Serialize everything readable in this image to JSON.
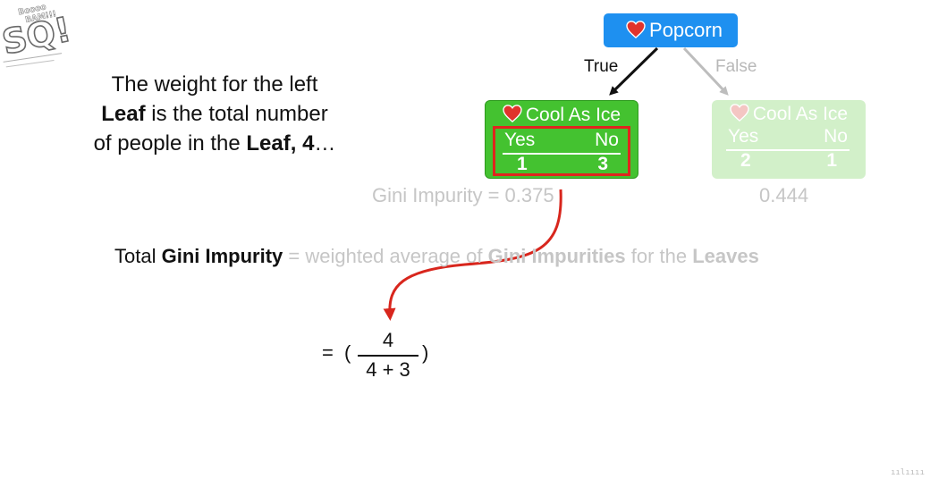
{
  "logo": {
    "brand_text": "Boooo BAM!!! SQ!"
  },
  "caption": {
    "line1": "The weight for the left",
    "line2_bold": "Leaf",
    "line2_rest": " is the total number",
    "line3_start": "of people in the ",
    "line3_bold": "Leaf, 4",
    "line3_end": "…"
  },
  "tree": {
    "root": {
      "icon": "heart-icon",
      "label": "Popcorn",
      "color": "#1e90f0"
    },
    "edges": {
      "true_label": "True",
      "false_label": "False"
    },
    "left_leaf": {
      "icon": "heart-icon",
      "title": "Cool As Ice",
      "yes_header": "Yes",
      "no_header": "No",
      "yes_value": "1",
      "no_value": "3",
      "color": "#44c230",
      "highlight_color": "#e0251d",
      "gini": "Gini Impurity = 0.375"
    },
    "right_leaf": {
      "icon": "heart-icon",
      "title": "Cool As Ice",
      "yes_header": "Yes",
      "no_header": "No",
      "yes_value": "2",
      "no_value": "1",
      "color": "#c3ebb7",
      "gini": "0.444"
    }
  },
  "total": {
    "prefix": "Total ",
    "gini_impurity": "Gini Impurity",
    "equals_text": " = weighted average of ",
    "gini_impurities": "Gini Impurities",
    "for_the": " for the ",
    "leaves": "Leaves"
  },
  "formula": {
    "equals": "=",
    "open_paren": "(",
    "numerator": "4",
    "denominator": "4 + 3",
    "close_paren": ")"
  },
  "corner_mark": "ıılıııı"
}
